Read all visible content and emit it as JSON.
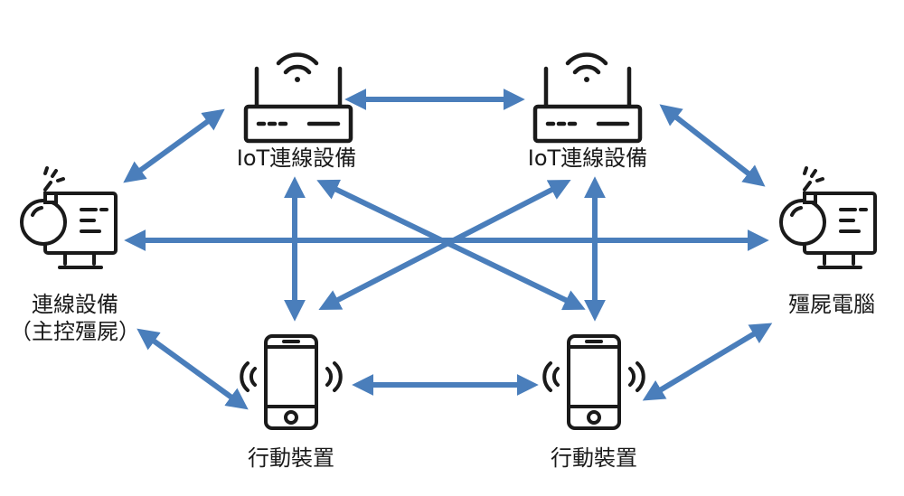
{
  "colors": {
    "arrow": "#4a7ebb",
    "icon_stroke": "#1a1a1a",
    "label": "#1a1a1a"
  },
  "nodes": {
    "iot_left": {
      "label": "IoT連線設備",
      "icon": "router-icon"
    },
    "iot_right": {
      "label": "IoT連線設備",
      "icon": "router-icon"
    },
    "master_zombie": {
      "label_line1": "連線設備",
      "label_line2": "（主控殭屍）",
      "icon": "bomb-monitor-icon"
    },
    "zombie_pc": {
      "label": "殭屍電腦",
      "icon": "bomb-monitor-icon"
    },
    "mobile_left": {
      "label": "行動裝置",
      "icon": "smartphone-icon"
    },
    "mobile_right": {
      "label": "行動裝置",
      "icon": "smartphone-icon"
    }
  },
  "connections": [
    {
      "from": "iot_left",
      "to": "iot_right",
      "bidirectional": true
    },
    {
      "from": "master_zombie",
      "to": "iot_left",
      "bidirectional": true
    },
    {
      "from": "iot_right",
      "to": "zombie_pc",
      "bidirectional": true
    },
    {
      "from": "master_zombie",
      "to": "zombie_pc",
      "bidirectional": true
    },
    {
      "from": "iot_left",
      "to": "mobile_left",
      "bidirectional": true
    },
    {
      "from": "iot_right",
      "to": "mobile_right",
      "bidirectional": true
    },
    {
      "from": "iot_left",
      "to": "mobile_right",
      "bidirectional": true
    },
    {
      "from": "iot_right",
      "to": "mobile_left",
      "bidirectional": true
    },
    {
      "from": "master_zombie",
      "to": "mobile_left",
      "bidirectional": true
    },
    {
      "from": "mobile_left",
      "to": "mobile_right",
      "bidirectional": true
    },
    {
      "from": "mobile_right",
      "to": "zombie_pc",
      "bidirectional": true
    }
  ]
}
